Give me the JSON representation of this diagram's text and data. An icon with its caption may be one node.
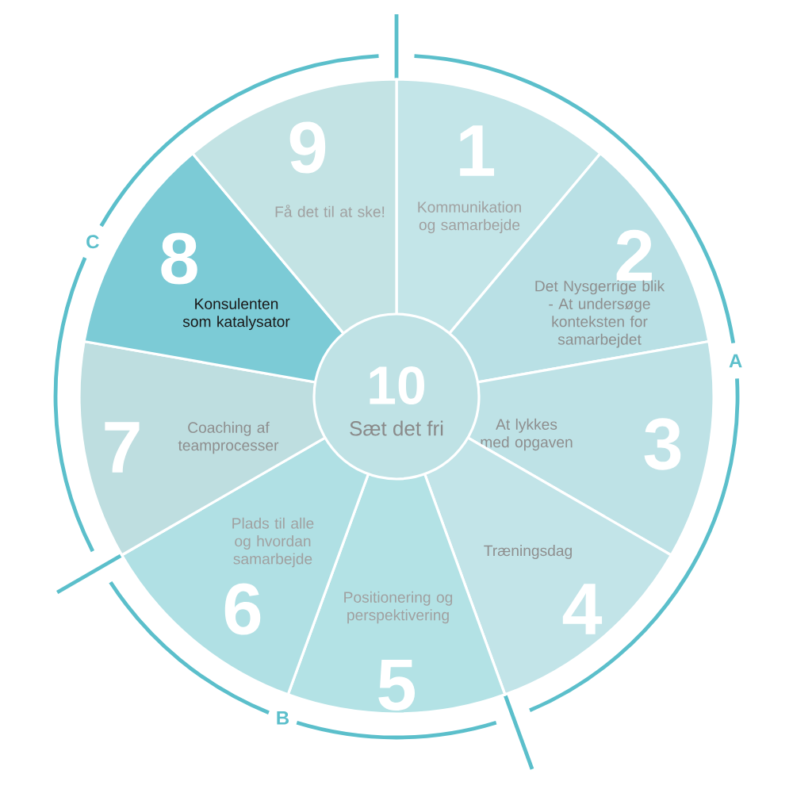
{
  "diagram": {
    "nodes": [
      {
        "text": [
          "1",
          "Kommunikation og samarbejde"
        ]
      },
      {
        "text": [
          "2",
          "Det Nysgerrige blik - At undersøge konteksten for samarbejdet"
        ]
      },
      {
        "text": [
          "At lykkes med opgaven",
          "3"
        ]
      },
      {
        "text": [
          "Træningsdag",
          "4"
        ]
      },
      {
        "text": [
          "Positionering og perspektivering",
          "5"
        ]
      },
      {
        "text": [
          "Plads til alle og hvordan samarbejde",
          "6"
        ]
      },
      {
        "text": [
          "7",
          "Coaching af teamprocesser"
        ]
      },
      {
        "text": [
          "8",
          "Konsulenten som katalysator"
        ]
      },
      {
        "text": [
          "9",
          "Få det til at ske!"
        ]
      },
      {
        "text": [
          "10",
          "Sæt det fri"
        ]
      }
    ],
    "labels": [
      "A",
      "B",
      "C"
    ]
  }
}
